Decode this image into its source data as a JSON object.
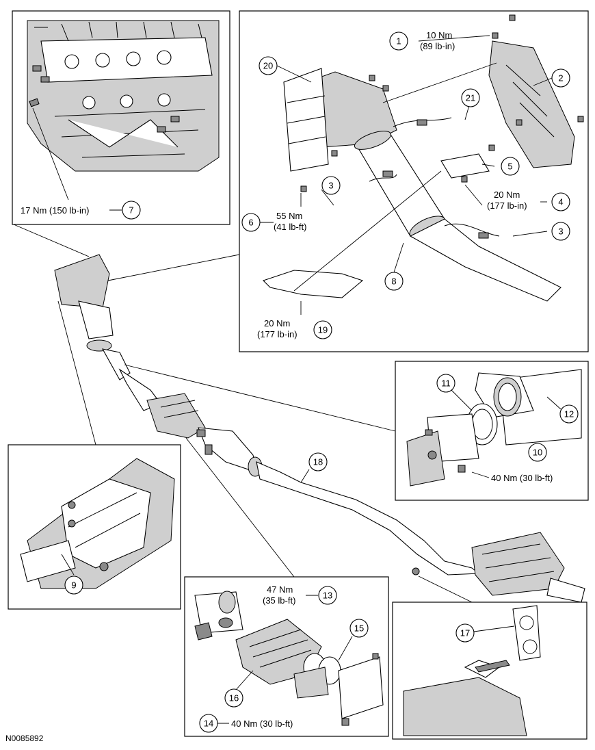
{
  "figure_id": "N0085892",
  "callouts": [
    {
      "id": "c1",
      "num": "1",
      "torque": [
        "10 Nm",
        "(89 lb-in)"
      ]
    },
    {
      "id": "c2",
      "num": "2",
      "torque": []
    },
    {
      "id": "c3a",
      "num": "3",
      "torque": []
    },
    {
      "id": "c3b",
      "num": "3",
      "torque": []
    },
    {
      "id": "c4",
      "num": "4",
      "torque": [
        "20 Nm",
        "(177 lb-in)"
      ]
    },
    {
      "id": "c5",
      "num": "5",
      "torque": []
    },
    {
      "id": "c6",
      "num": "6",
      "torque": [
        "55 Nm",
        "(41 lb-ft)"
      ]
    },
    {
      "id": "c7",
      "num": "7",
      "torque": [
        "17 Nm (150 lb-in)"
      ]
    },
    {
      "id": "c8",
      "num": "8",
      "torque": []
    },
    {
      "id": "c9",
      "num": "9",
      "torque": []
    },
    {
      "id": "c10",
      "num": "10",
      "torque": [
        "40 Nm (30 lb-ft)"
      ]
    },
    {
      "id": "c11",
      "num": "11",
      "torque": []
    },
    {
      "id": "c12",
      "num": "12",
      "torque": []
    },
    {
      "id": "c13",
      "num": "13",
      "torque": [
        "47 Nm",
        "(35 lb-ft)"
      ]
    },
    {
      "id": "c14",
      "num": "14",
      "torque": [
        "40 Nm (30 lb-ft)"
      ]
    },
    {
      "id": "c15",
      "num": "15",
      "torque": []
    },
    {
      "id": "c16",
      "num": "16",
      "torque": []
    },
    {
      "id": "c17",
      "num": "17",
      "torque": []
    },
    {
      "id": "c18",
      "num": "18",
      "torque": []
    },
    {
      "id": "c19",
      "num": "19",
      "torque": [
        "20 Nm",
        "(177 lb-in)"
      ]
    },
    {
      "id": "c20",
      "num": "20",
      "torque": []
    },
    {
      "id": "c21",
      "num": "21",
      "torque": []
    }
  ]
}
